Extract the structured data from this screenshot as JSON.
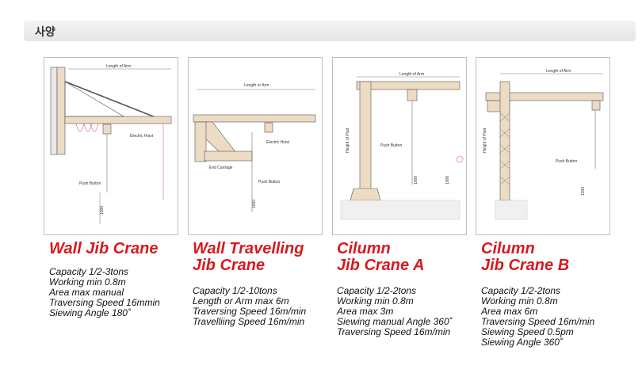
{
  "header": {
    "title": "사양"
  },
  "cranes": [
    {
      "title_lines": [
        "Wall Jib Crane"
      ],
      "specs": [
        "Capacity 1/2-3tons",
        "Working min 0.8m",
        "Area max manual",
        "Traversing Speed 16mmin",
        "Siewing Angle 180˚"
      ],
      "diagram": {
        "arm_label": "Length of Arm",
        "hoist_label": "Electric Hoist",
        "button_label": "Push Button",
        "height_label": "1000"
      }
    },
    {
      "title_lines": [
        "Wall Travelling",
        "Jib Crane"
      ],
      "specs": [
        "Capacity 1/2-10tons",
        "Length or Arm max 6m",
        "Traversing Speed 16m/min",
        "Travelliing Speed 16m/min"
      ],
      "diagram": {
        "arm_label": "Length or Arm",
        "hoist_label": "Electric Hoist",
        "carriage_label": "End Carriage",
        "button_label": "Push Button",
        "height_label": "1000"
      }
    },
    {
      "title_lines": [
        "Cilumn",
        "Jib Crane A"
      ],
      "specs": [
        "Capacity 1/2-2tons",
        "Working min 0.8m",
        "Area max 3m",
        "Siewing manual Angle 360˚",
        "Traversing Speed 16m/min"
      ],
      "diagram": {
        "arm_label": "Length of Arm",
        "button_label": "Push Button",
        "post_label": "Height of Post",
        "height_label": "1000",
        "height_label_2": "1000"
      }
    },
    {
      "title_lines": [
        "Cilumn",
        "Jib Crane B"
      ],
      "specs": [
        "Capacity 1/2-2tons",
        "Working min 0.8m",
        "Area max 6m",
        "Traversing Speed 16m/min",
        "Siewing Speed 0.5pm",
        "Siewing Angle 360˚"
      ],
      "diagram": {
        "arm_label": "Length of Arm",
        "button_label": "Push Button",
        "post_label": "Height of Post",
        "height_label": "1000"
      }
    }
  ],
  "colors": {
    "title_red": "#d7191f",
    "crane_beige": "#ecdcc4",
    "crane_outline": "#555555",
    "hoist_pink": "#d88888"
  }
}
